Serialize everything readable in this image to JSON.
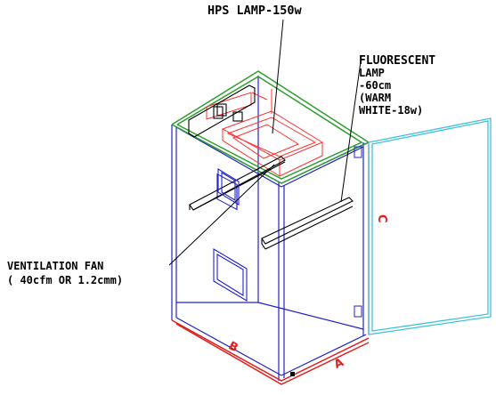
{
  "labels": {
    "hps_lamp": "HPS LAMP-150w",
    "fluorescent": [
      "FLUORESCENT",
      "LAMP",
      "-60cm",
      "(WARM",
      "WHITE-18w)"
    ],
    "ventilation": [
      "VENTILATION FAN",
      "( 40cfm OR 1.2cmm)"
    ]
  },
  "dimensions": {
    "a": "A",
    "b": "B",
    "c": "C"
  },
  "colors": {
    "frame": "#2222cc",
    "top_edge": "#2e9e2e",
    "base_edge": "#e02020",
    "lamp": "#ff3030",
    "door": "#3fc2dc",
    "fixture": "#000000"
  }
}
